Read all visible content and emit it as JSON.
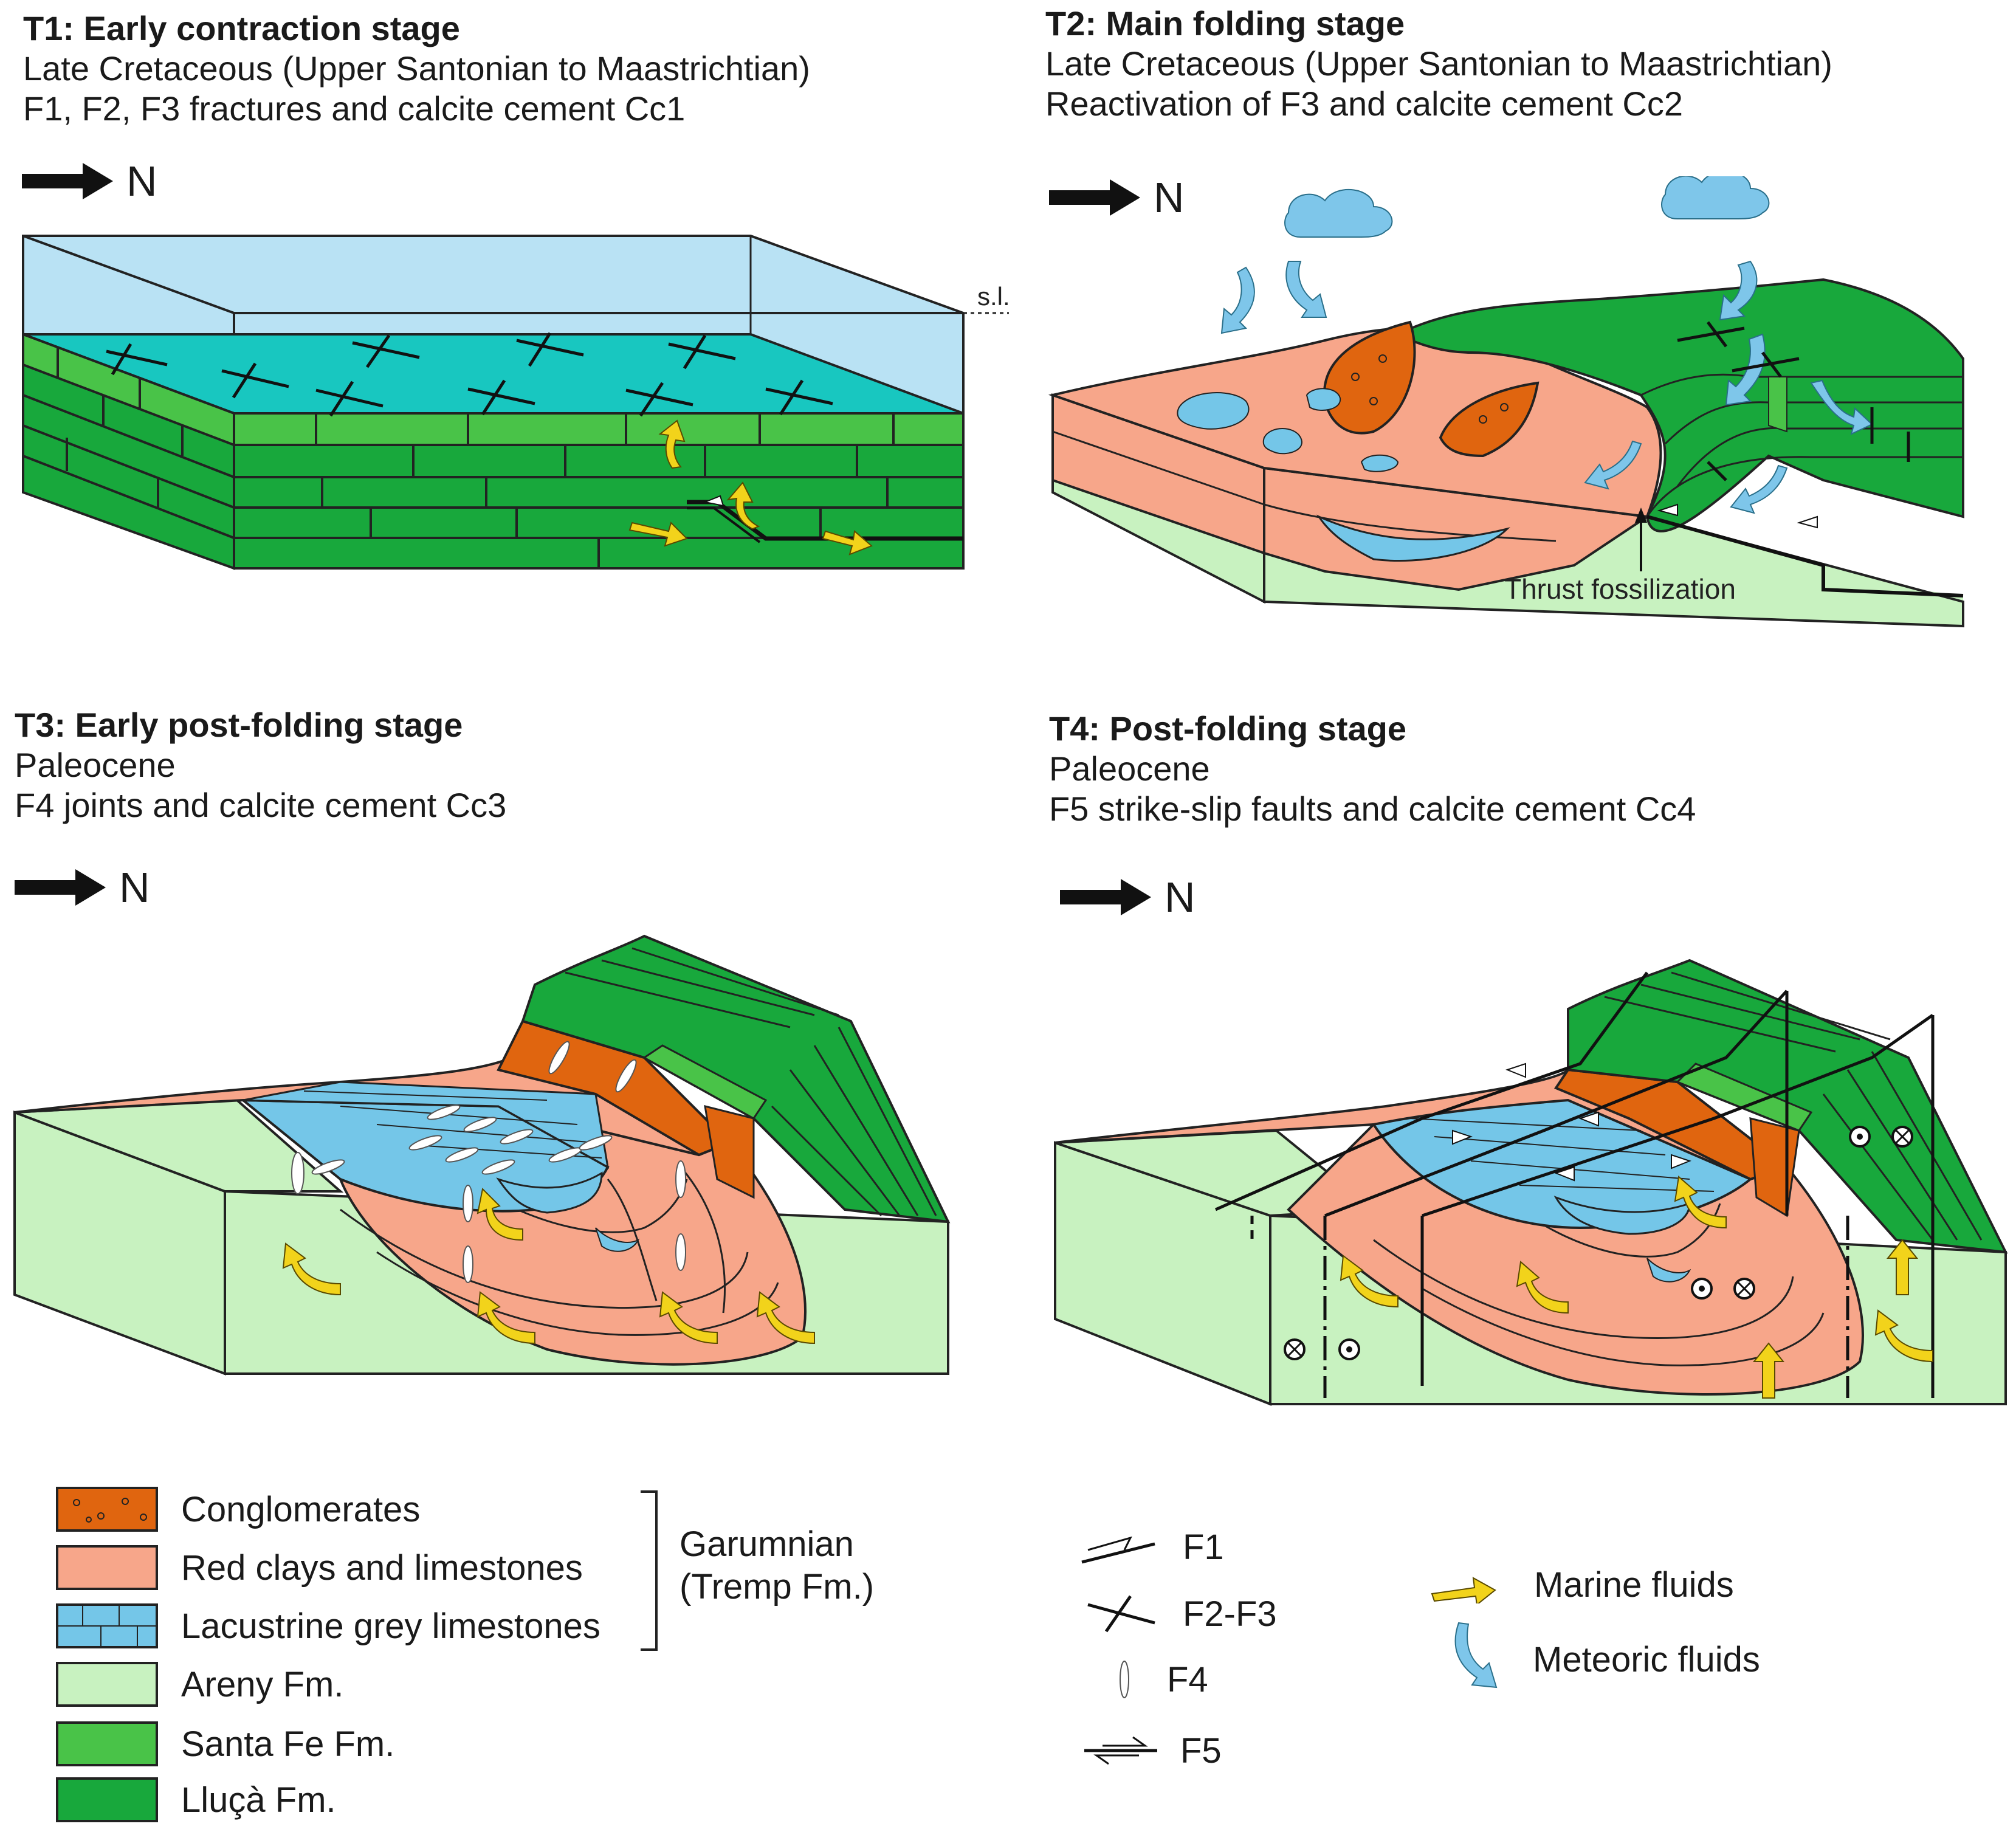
{
  "colors": {
    "conglomerate": "#e0650f",
    "red_clays": "#f7a68a",
    "lacustrine": "#74c6e8",
    "areny": "#c8f2c0",
    "santa_fe": "#49c348",
    "llucA": "#18a83c",
    "sea": "#b9e2f4",
    "sea_surface": "#18c7c0",
    "marine_arrow": "#f2d31b",
    "meteoric_arrow": "#7ec6ea"
  },
  "panels": [
    {
      "title": "T1: Early contraction stage",
      "lines": [
        "Late Cretaceous (Upper Santonian to Maastrichtian)",
        "F1, F2, F3 fractures and calcite cement Cc1"
      ],
      "north": "N",
      "annotation": "s.l."
    },
    {
      "title": "T2: Main folding stage",
      "lines": [
        "Late Cretaceous (Upper Santonian to Maastrichtian)",
        "Reactivation of F3 and calcite cement Cc2"
      ],
      "north": "N",
      "annotation": "Thrust fossilization"
    },
    {
      "title": "T3: Early post-folding stage",
      "lines": [
        "Paleocene",
        "F4 joints and calcite cement Cc3"
      ],
      "north": "N"
    },
    {
      "title": "T4: Post-folding stage",
      "lines": [
        "Paleocene",
        "F5 strike-slip faults and calcite cement Cc4"
      ],
      "north": "N"
    }
  ],
  "legend": {
    "units": [
      {
        "label": "Conglomerates",
        "color": "#e0650f"
      },
      {
        "label": "Red clays and limestones",
        "color": "#f7a68a"
      },
      {
        "label": "Lacustrine grey limestones",
        "color": "#74c6e8"
      },
      {
        "label": "Areny Fm.",
        "color": "#c8f2c0"
      },
      {
        "label": "Santa Fe Fm.",
        "color": "#49c348"
      },
      {
        "label": "Lluçà Fm.",
        "color": "#18a83c"
      }
    ],
    "group_label": [
      "Garumnian",
      "(Tremp Fm.)"
    ],
    "symbols": [
      {
        "label": "F1",
        "icon": "f1-symbol-icon"
      },
      {
        "label": "F2-F3",
        "icon": "cross-fracture-icon"
      },
      {
        "label": "F4",
        "icon": "joint-icon"
      },
      {
        "label": "F5",
        "icon": "strike-slip-icon"
      }
    ],
    "fluids": [
      {
        "label": "Marine fluids",
        "icon": "yellow-arrow-icon"
      },
      {
        "label": "Meteoric fluids",
        "icon": "blue-arrow-icon"
      }
    ]
  }
}
